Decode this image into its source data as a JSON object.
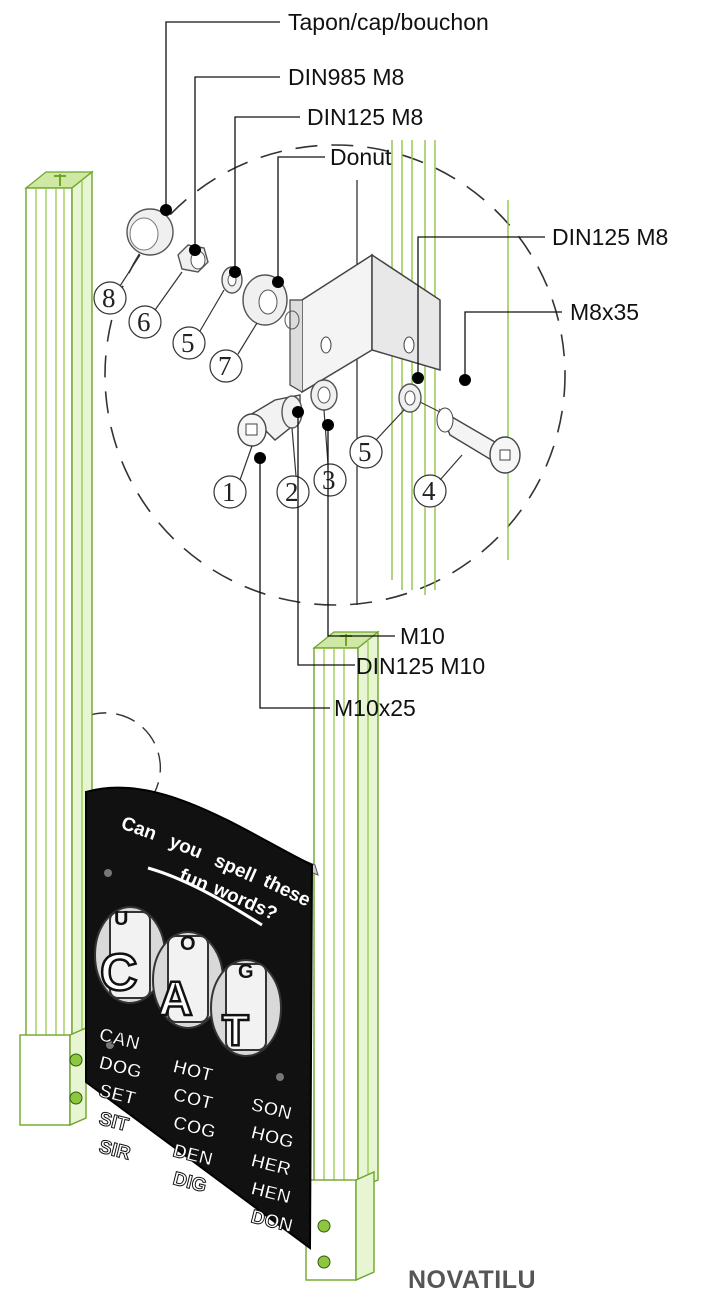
{
  "callouts": {
    "cap": "Tapon/cap/bouchon",
    "nut": "DIN985 M8",
    "washer_small": "DIN125 M8",
    "donut": "Donut",
    "washer_right": "DIN125 M8",
    "bolt_m8": "M8x35",
    "nut_m10": "M10",
    "washer_m10": "DIN125 M10",
    "bolt_m10": "M10x25"
  },
  "part_numbers": [
    "8",
    "6",
    "5",
    "7",
    "5",
    "1",
    "2",
    "3",
    "4"
  ],
  "sign": {
    "heading": [
      "Can",
      "you",
      "spell",
      "these",
      "fun",
      "words?"
    ],
    "wheel_letters": [
      "C",
      "A",
      "T"
    ],
    "wheel_top_letters": [
      "U",
      "O",
      "G"
    ],
    "word_columns": [
      [
        "CAN",
        "DOG",
        "SET",
        "SIT",
        "SIR"
      ],
      [
        "HOT",
        "COT",
        "COG",
        "DEN",
        "DIG"
      ],
      [
        "SON",
        "HOG",
        "HER",
        "HEN",
        "DON"
      ]
    ]
  },
  "brand": "NOVATILU",
  "colors": {
    "post_green": "#8ec63f",
    "post_edge": "#6fa52a",
    "line": "#111111",
    "panel": "#111111"
  }
}
